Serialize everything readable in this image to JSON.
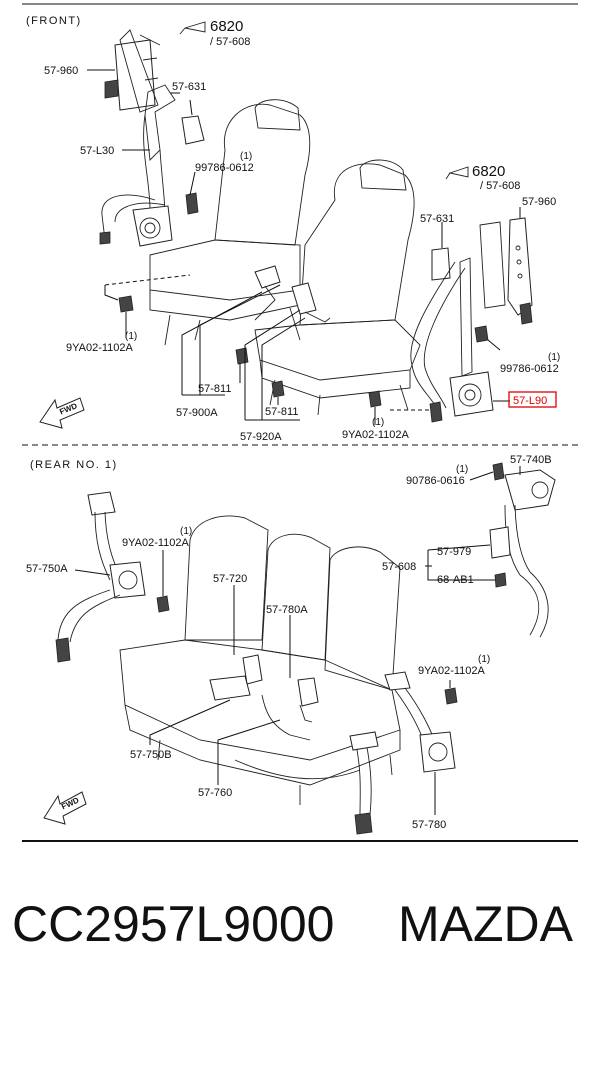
{
  "sections": {
    "front": "(FRONT)",
    "rear": "(REAR NO. 1)"
  },
  "front_labels": {
    "ref_6820_left": "6820",
    "ref_57608_left": "/ 57-608",
    "ref_6820_right": "6820",
    "ref_57608_right": "/ 57-608",
    "p57960_left": "57-960",
    "p57631_left": "57-631",
    "p57L30": "57-L30",
    "p99786_left": "99786-0612",
    "p99786_left_qty": "(1)",
    "p9YA02_left": "9YA02-1102A",
    "p9YA02_left_qty": "(1)",
    "p57811_a": "57-811",
    "p57900A": "57-900A",
    "p57811_b": "57-811",
    "p57920A": "57-920A",
    "p9YA02_mid": "9YA02-1102A",
    "p9YA02_mid_qty": "(1)",
    "p57631_right": "57-631",
    "p57960_right": "57-960",
    "p99786_right": "99786-0612",
    "p99786_right_qty": "(1)",
    "p57L90": "57-L90",
    "fwd": "FWD"
  },
  "rear_labels": {
    "p57750A": "57-750A",
    "p9YA02_rl": "9YA02-1102A",
    "p9YA02_rl_qty": "(1)",
    "p57720": "57-720",
    "p57780A": "57-780A",
    "p57750B": "57-750B",
    "p57760": "57-760",
    "p90786": "90786-0616",
    "p90786_qty": "(1)",
    "p57740B": "57-740B",
    "p57608": "57-608",
    "p57979": "57-979",
    "p68AB1": "68-AB1",
    "p9YA02_rr": "9YA02-1102A",
    "p9YA02_rr_qty": "(1)",
    "p57780": "57-780",
    "fwd": "FWD"
  },
  "caption": {
    "part_number": "CC2957L9000",
    "brand": "MAZDA"
  },
  "colors": {
    "line": "#111111",
    "highlight": "#e00000",
    "background": "#ffffff"
  }
}
